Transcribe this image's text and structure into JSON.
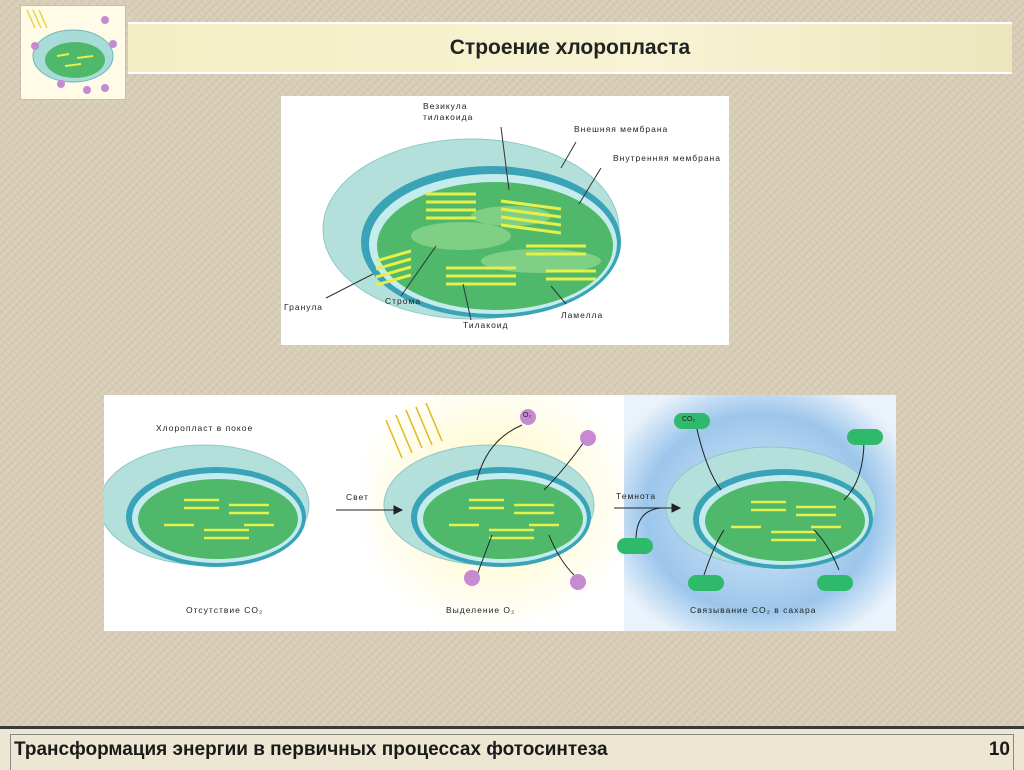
{
  "slide": {
    "title": "Строение хлоропласта",
    "footer": "Трансформация энергии в первичных процессах фотосинтеза",
    "page_number": "10"
  },
  "structure_diagram": {
    "labels": {
      "vesicle": [
        "Везикула",
        "тилакоида"
      ],
      "outer_membrane": "Внешняя мембрана",
      "inner_membrane": "Внутренняя мембрана",
      "granum": "Гранула",
      "stroma": "Строма",
      "thylakoid": "Тилакоид",
      "lamella": "Ламелла"
    }
  },
  "process_diagram": {
    "state1_title": "Хлоропласт в покое",
    "light_label": "Свет",
    "dark_label": "Темнота",
    "captions": [
      "Отсутствие CO₂",
      "Выделение O₂",
      "Связывание CO₂ в сахара"
    ],
    "o2": "O₂",
    "co2": "CO₂"
  },
  "colors": {
    "membrane": "#a9dcd8",
    "stroma": "#4fb86a",
    "grana": "#e6f04a",
    "o2": "#c58ad0",
    "co2": "#2fb96a"
  }
}
